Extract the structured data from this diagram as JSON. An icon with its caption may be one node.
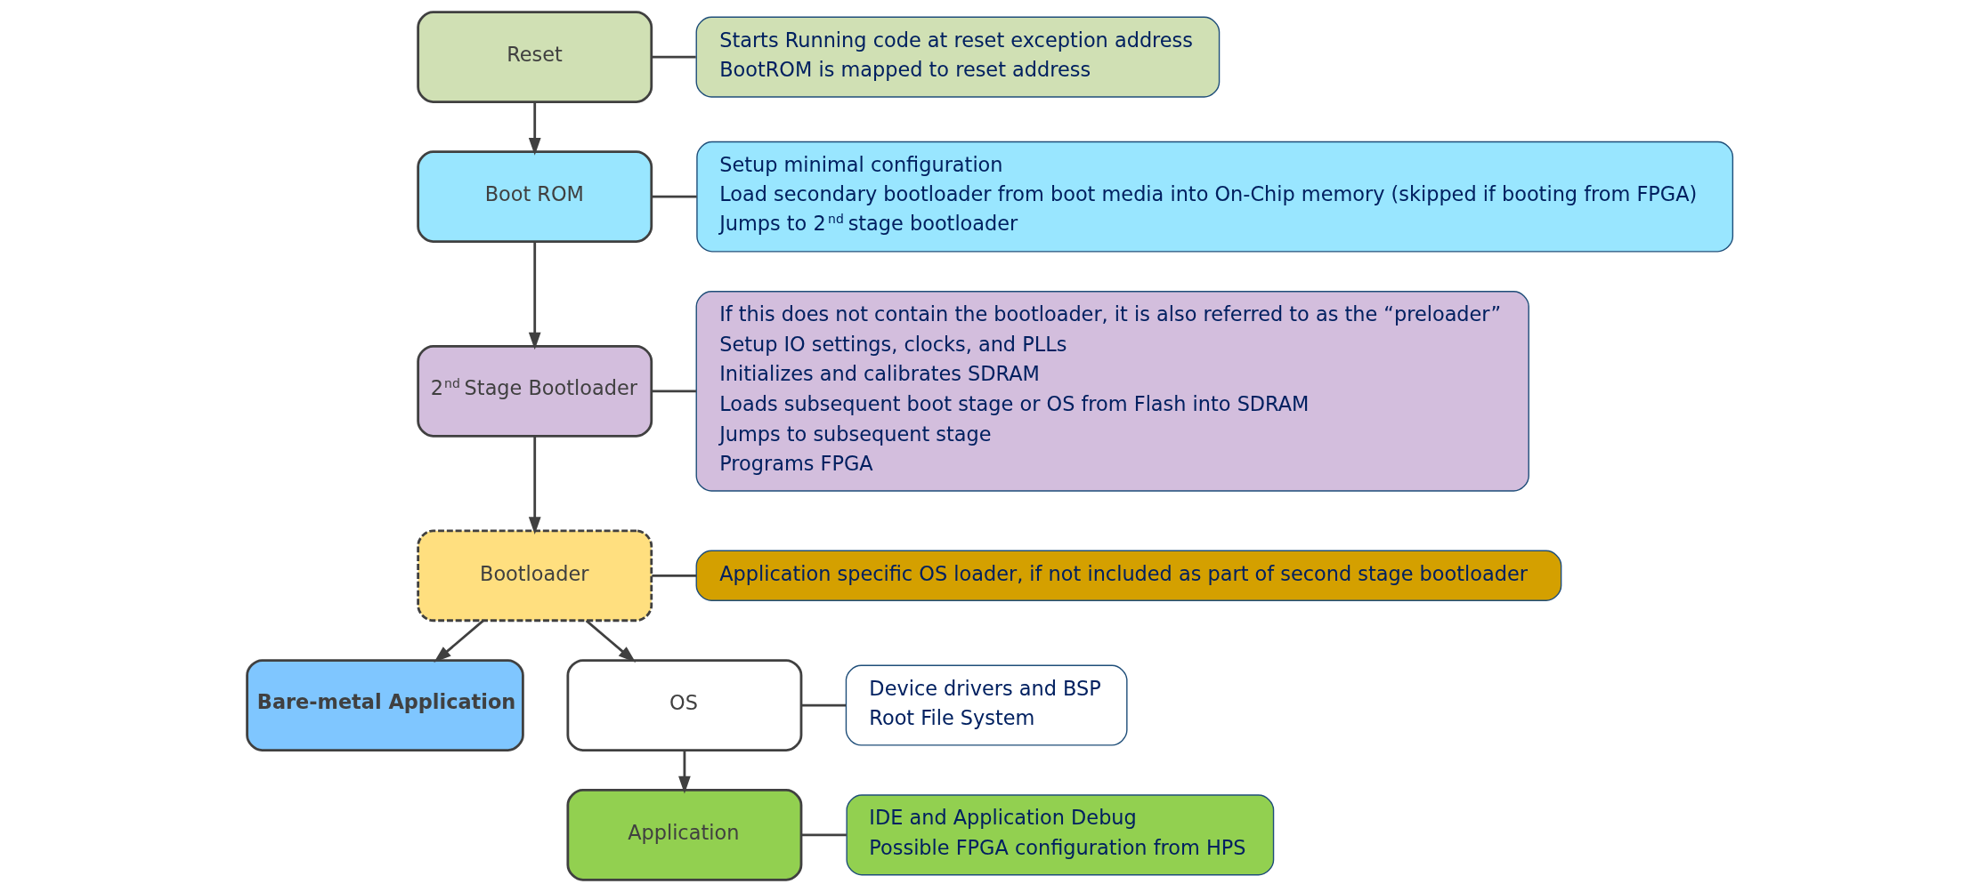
{
  "diagram": {
    "nodes": [
      {
        "text": [
          "Reset"
        ]
      },
      {
        "text": [
          "Boot ROM"
        ]
      },
      {
        "text": [
          "2$^{nd}$ Stage Bootloader"
        ]
      },
      {
        "text": [
          "Bootloader"
        ]
      },
      {
        "text": [
          "Bare-metal Application"
        ]
      },
      {
        "text": [
          "OS"
        ]
      },
      {
        "text": [
          "Application"
        ]
      },
      {
        "text": [
          "Starts Running code at reset exception address",
          "BootROM is mapped to reset address"
        ]
      },
      {
        "text": [
          "Setup minimal configuration",
          "Load secondary bootloader from boot media into On-Chip memory (skipped if booting from FPGA)",
          "Jumps to 2$^{nd}$ stage bootloader"
        ]
      },
      {
        "text": [
          "If this does not contain the bootloader, it is also referred to as the “preloader”",
          "Setup IO settings, clocks, and PLLs",
          "Initializes and calibrates SDRAM",
          "Loads subsequent boot stage or OS from Flash into SDRAM",
          "Jumps to subsequent stage",
          "Programs FPGA"
        ]
      },
      {
        "text": [
          "Application specific OS loader, if not included as part of second stage bootloader"
        ]
      },
      {
        "text": [
          "Device drivers and BSP",
          "Root File System"
        ]
      },
      {
        "text": [
          "IDE and Application Debug",
          "Possible FPGA configuration from HPS"
        ]
      }
    ],
    "edges": [
      {
        "from": 0,
        "to": 1,
        "arrow": "to"
      },
      {
        "from": 1,
        "to": 2,
        "arrow": "to"
      },
      {
        "from": 2,
        "to": 3,
        "arrow": "to"
      },
      {
        "from": 3,
        "to": 5,
        "arrow": "to"
      },
      {
        "from": 5,
        "to": 6,
        "arrow": "to"
      },
      {
        "from": 3,
        "to": 4,
        "arrow": "to"
      },
      {
        "from": 0,
        "to": 7,
        "arrow": "none"
      },
      {
        "from": 1,
        "to": 8,
        "arrow": "none"
      },
      {
        "from": 2,
        "to": 9,
        "arrow": "none"
      },
      {
        "from": 3,
        "to": 10,
        "arrow": "none"
      },
      {
        "from": 5,
        "to": 11,
        "arrow": "none"
      },
      {
        "from": 6,
        "to": 12,
        "arrow": "none"
      }
    ]
  }
}
